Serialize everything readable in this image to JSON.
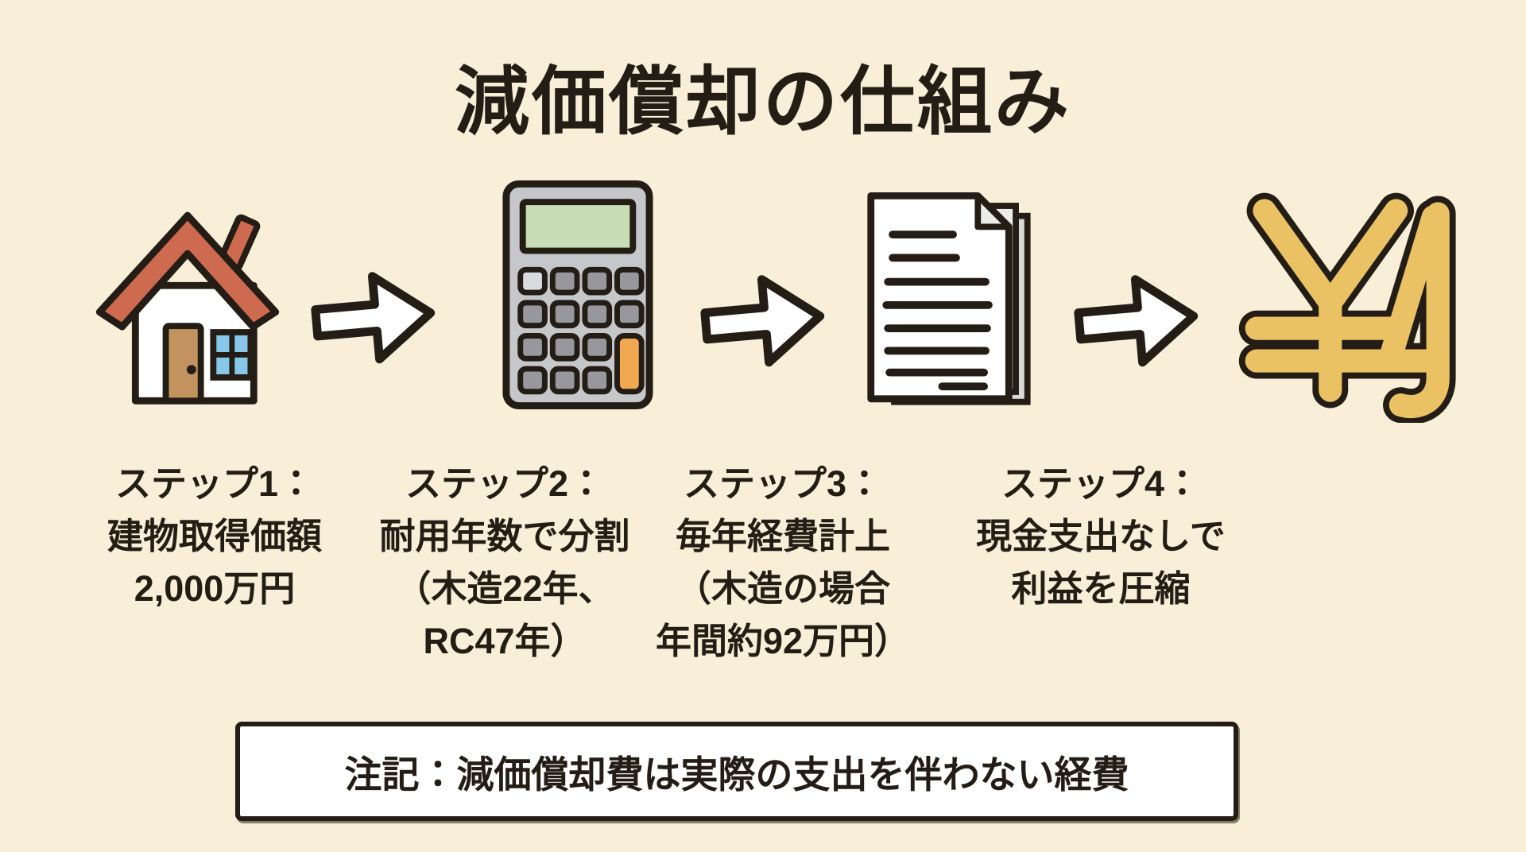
{
  "title": "減価償却の仕組み",
  "steps": [
    {
      "icon": "house",
      "lines": [
        "ステップ1：",
        "建物取得価額",
        "2,000万円"
      ]
    },
    {
      "icon": "calculator",
      "lines": [
        "ステップ2：",
        "耐用年数で分割",
        "（木造22年、",
        "RC47年）"
      ]
    },
    {
      "icon": "documents",
      "lines": [
        "ステップ3：",
        "毎年経費計上",
        "（木造の場合",
        "年間約92万円）"
      ]
    },
    {
      "icon": "yen-symbol",
      "lines": [
        "ステップ4：",
        "現金支出なしで",
        "利益を圧縮"
      ]
    }
  ],
  "note": {
    "text": "注記：減価償却費は実際の支出を伴わない経費"
  },
  "colors": {
    "bg": "#f9efd8",
    "ink": "#241d15",
    "roof": "#cd6a50",
    "door": "#c2935f",
    "window": "#87c7e9",
    "calc-body": "#c6c7cb",
    "calc-display": "#c8dcb5",
    "calc-btn": "#97979d",
    "calc-btn-light": "#d8dce0",
    "calc-btn-orange": "#f2a850",
    "paper-back": "#d9d9d6",
    "paper-mid": "#ebebe8",
    "yen-gold": "#eac264",
    "note-bg": "#ffffff"
  }
}
